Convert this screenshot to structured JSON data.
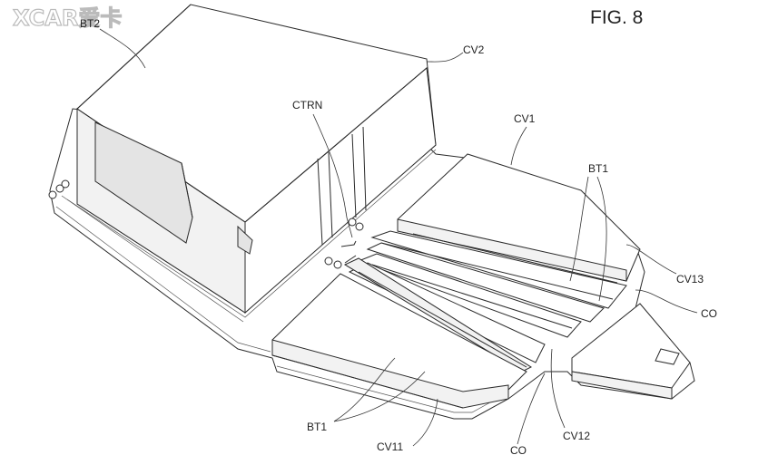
{
  "figure": {
    "title": "FIG. 8"
  },
  "watermark": {
    "text": "XCAR爱卡"
  },
  "labels": {
    "bt2": "BT2",
    "cv2": "CV2",
    "ctrn": "CTRN",
    "cv1": "CV1",
    "bt1_top": "BT1",
    "cv13": "CV13",
    "co_right": "CO",
    "bt1_bottom": "BT1",
    "cv11": "CV11",
    "co_bottom": "CO",
    "cv12": "CV12"
  },
  "colors": {
    "line": "#2b2b2b",
    "background": "#ffffff"
  }
}
